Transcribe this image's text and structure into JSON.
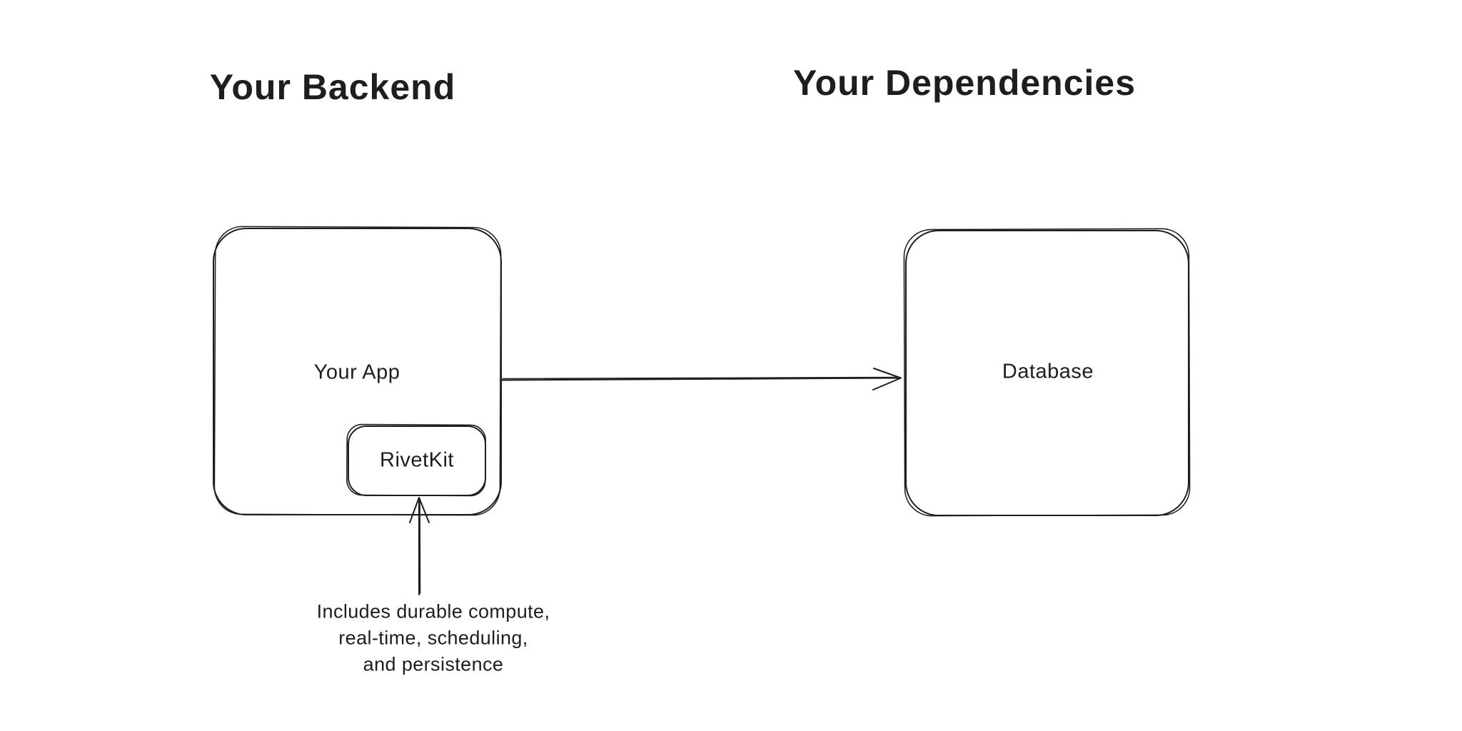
{
  "canvas": {
    "background": "#ffffff",
    "stroke_color": "#1e1e1e",
    "text_color": "#1e1e1e"
  },
  "sections": {
    "backend": {
      "title": "Your Backend"
    },
    "dependencies": {
      "title": "Your Dependencies"
    }
  },
  "nodes": {
    "your_app": {
      "label": "Your App"
    },
    "rivetkit": {
      "label": "RivetKit"
    },
    "database": {
      "label": "Database"
    }
  },
  "arrows": {
    "app_to_database": {
      "from": "Your App",
      "to": "Database",
      "direction": "right"
    },
    "note_to_rivetkit": {
      "from": "annotation",
      "to": "RivetKit",
      "direction": "up"
    }
  },
  "annotation": {
    "lines": [
      "Includes durable compute,",
      "real-time, scheduling,",
      "and persistence"
    ]
  }
}
